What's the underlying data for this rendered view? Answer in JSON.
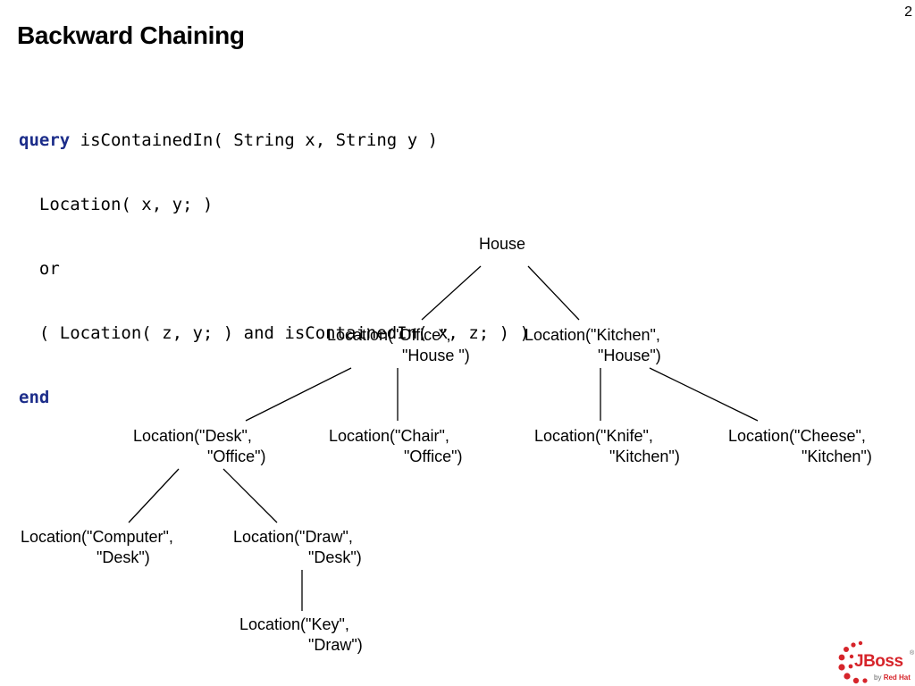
{
  "slide": {
    "page_number": "2",
    "title": "Backward Chaining"
  },
  "code": {
    "line1": {
      "kw": "query",
      "rest": " isContainedIn( String x, String y )"
    },
    "line2": "  Location( x, y; )",
    "line3": "  or",
    "line4": "  ( Location( z, y; ) and isContainedIn( x, z; ) )",
    "line5": {
      "kw": "end"
    }
  },
  "tree": {
    "house": "House",
    "office": {
      "l1": "Location(\"Office\",",
      "l2": "\"House \")"
    },
    "kitchen": {
      "l1": "Location(\"Kitchen\",",
      "l2": "\"House\")"
    },
    "desk": {
      "l1": "Location(\"Desk\",",
      "l2": "\"Office\")"
    },
    "chair": {
      "l1": "Location(\"Chair\",",
      "l2": "\"Office\")"
    },
    "knife": {
      "l1": "Location(\"Knife\",",
      "l2": "\"Kitchen\")"
    },
    "cheese": {
      "l1": "Location(\"Cheese\",",
      "l2": "\"Kitchen\")"
    },
    "computer": {
      "l1": "Location(\"Computer\",",
      "l2": "\"Desk\")"
    },
    "draw": {
      "l1": "Location(\"Draw\",",
      "l2": "\"Desk\")"
    },
    "key": {
      "l1": "Location(\"Key\",",
      "l2": "\"Draw\")"
    }
  },
  "logo": {
    "brand": "JBoss",
    "by": "by",
    "company": "Red Hat",
    "registered": "®",
    "brand_color": "#d6242a"
  },
  "colors": {
    "keyword": "#1c2d8a",
    "text": "#000000",
    "background": "#ffffff"
  }
}
